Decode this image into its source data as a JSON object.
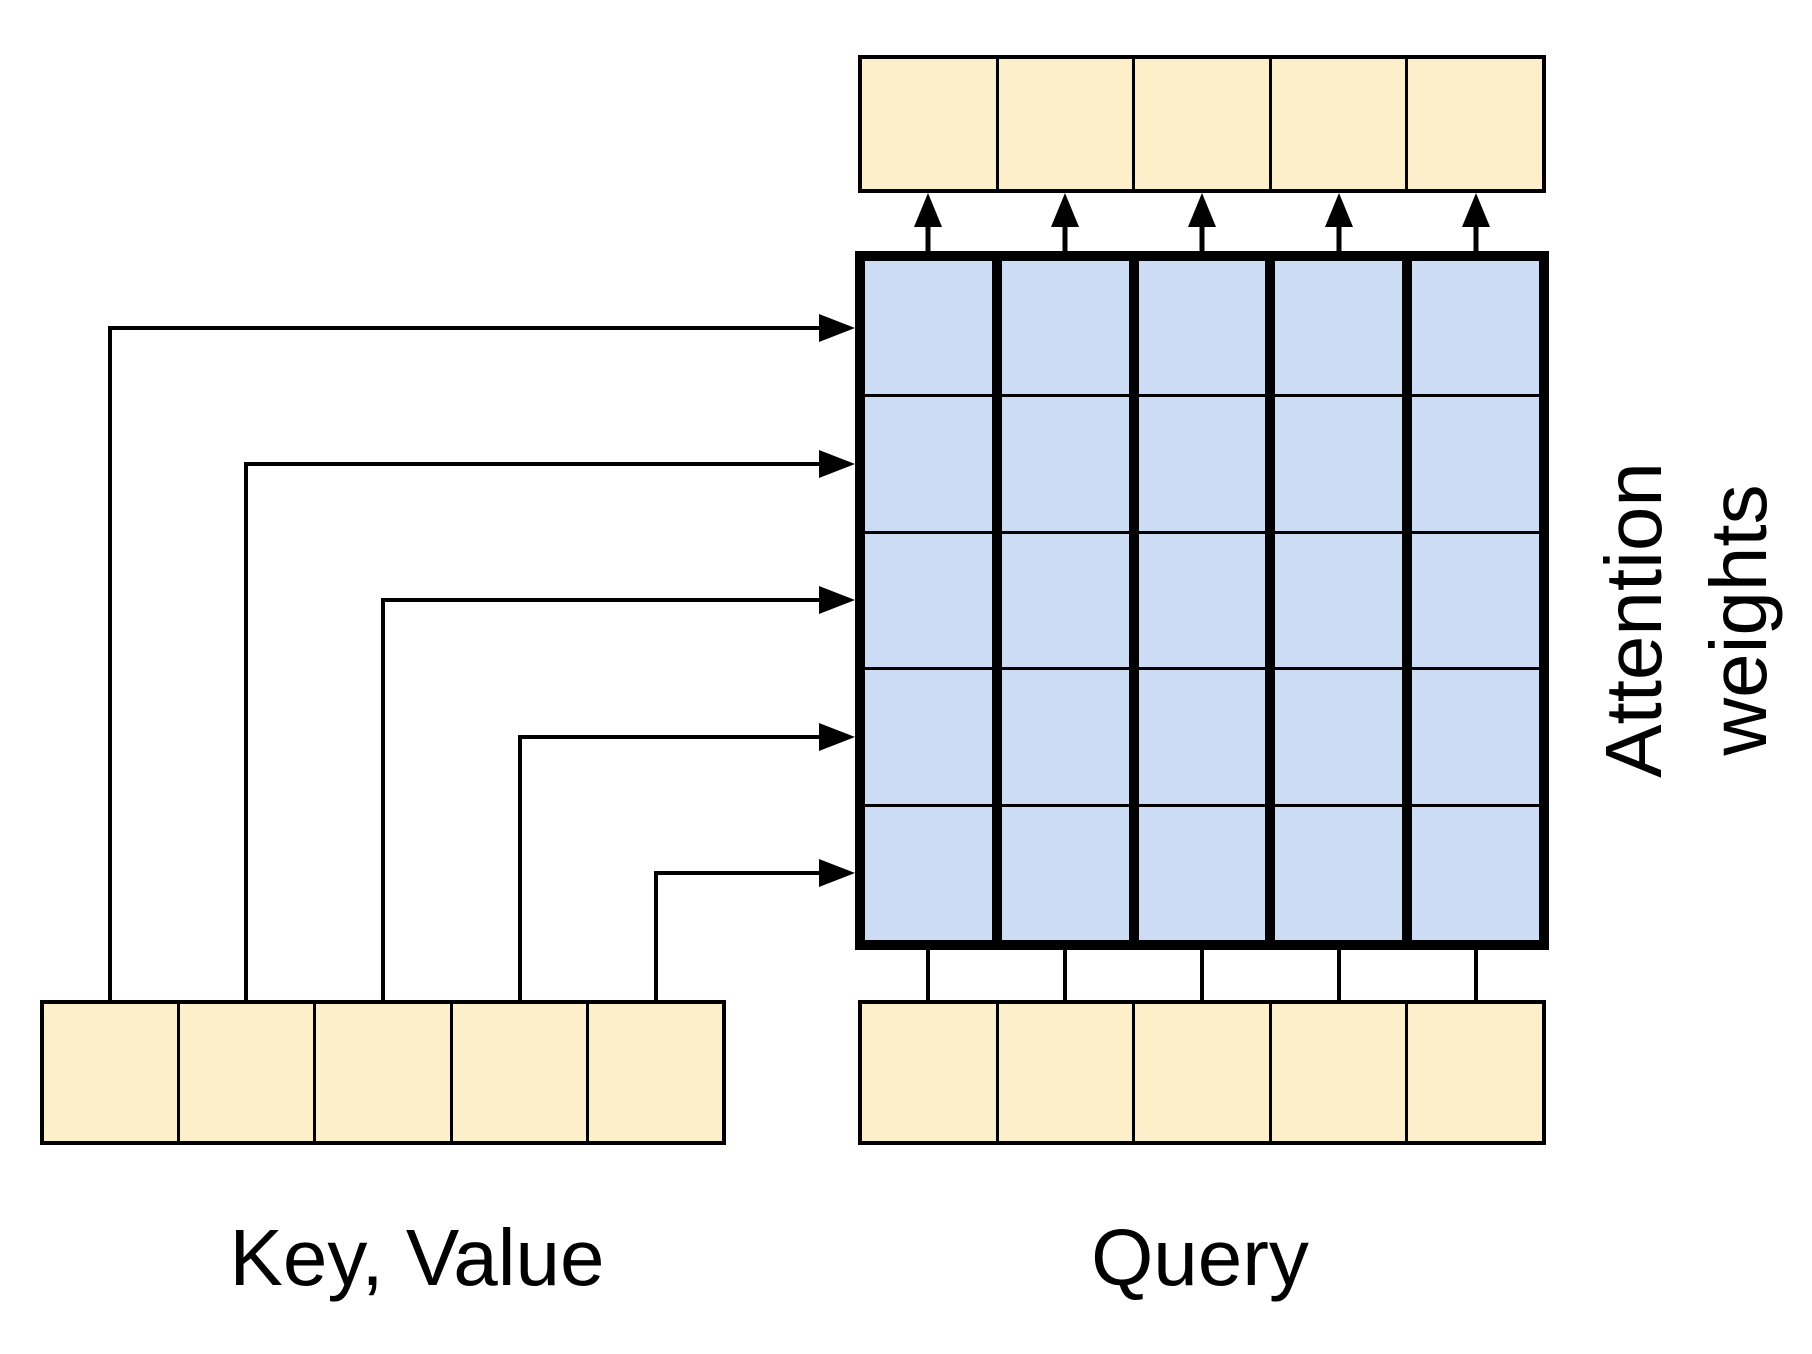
{
  "diagram": {
    "labels": {
      "key_value": "Key, Value",
      "query": "Query",
      "attention_line1": "Attention",
      "attention_line2": "weights"
    },
    "colors": {
      "io_cell_fill": "#FCEFC9",
      "matrix_cell_fill": "#CCDCF4",
      "line": "#000000",
      "background": "#FFFFFF"
    },
    "structure": {
      "matrix_rows": 5,
      "matrix_cols": 5,
      "output_row_cells": 5,
      "query_row_cells": 5,
      "key_value_row_cells": 5,
      "top_arrows": 5,
      "left_arrows": 5,
      "query_connectors": 5
    }
  }
}
